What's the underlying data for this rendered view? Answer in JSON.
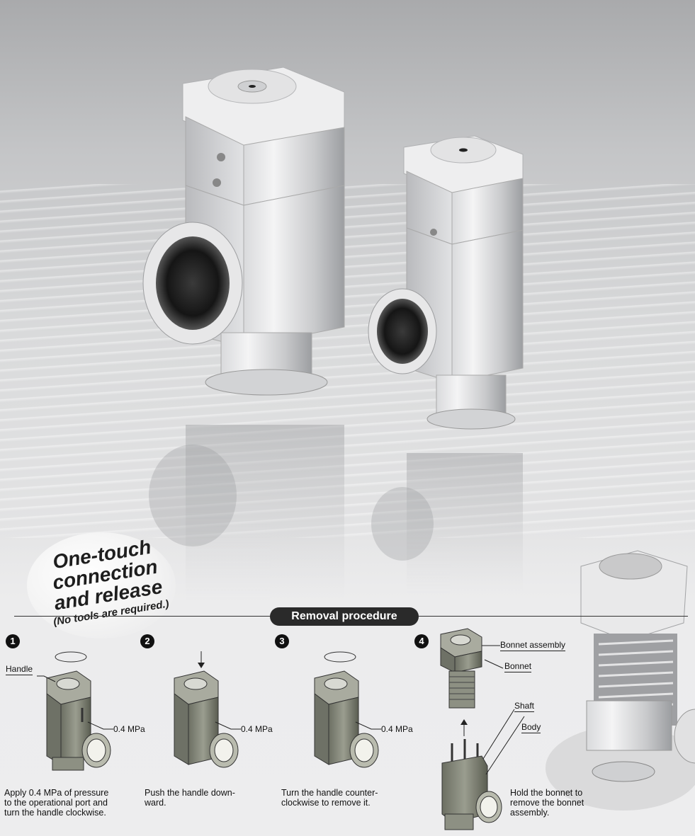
{
  "badge": {
    "line1": "One-touch",
    "line2": "connection",
    "line3": "and release",
    "note": "(No tools are required.)"
  },
  "section": {
    "title": "Removal procedure"
  },
  "steps": [
    {
      "number": "1",
      "caption_l1": "Apply 0.4 MPa of pressure",
      "caption_l2": "to the operational port and",
      "caption_l3": "turn the handle clockwise.",
      "label_handle": "Handle",
      "label_pressure": "0.4 MPa"
    },
    {
      "number": "2",
      "caption_l1": "Push the handle down-",
      "caption_l2": "ward.",
      "label_pressure": "0.4 MPa"
    },
    {
      "number": "3",
      "caption_l1": "Turn the handle counter-",
      "caption_l2": "clockwise to remove it.",
      "label_pressure": "0.4 MPa"
    },
    {
      "number": "4",
      "caption_l1": "Hold the bonnet to",
      "caption_l2": "remove the bonnet",
      "caption_l3": "assembly.",
      "label_bonnet_assembly": "Bonnet assembly",
      "label_bonnet": "Bonnet",
      "label_shaft": "Shaft",
      "label_body": "Body"
    }
  ]
}
